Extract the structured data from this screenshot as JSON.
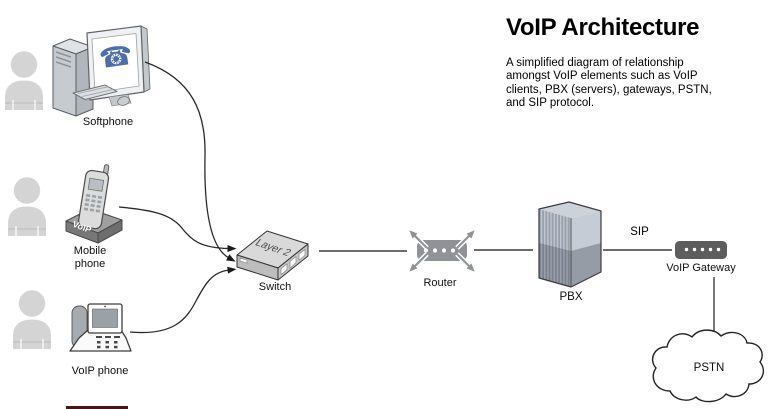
{
  "title": "VoIP Architecture",
  "description": "A simplified diagram of relationship\namongst VoIP elements such as VoIP\nclients, PBX (servers), gateways, PSTN,\nand SIP protocol.",
  "nodes": {
    "softphone": {
      "label": "Softphone"
    },
    "mobile_phone": {
      "label": "Mobile phone"
    },
    "voip_phone": {
      "label": "VoIP phone"
    },
    "switch": {
      "label": "Switch",
      "device_text": "Layer 2"
    },
    "router": {
      "label": "Router"
    },
    "pbx": {
      "label": "PBX"
    },
    "voip_gateway": {
      "label": "VoIP Gateway"
    },
    "pstn": {
      "label": "PSTN"
    }
  },
  "edges": {
    "pbx_to_gateway_protocol": "SIP"
  },
  "icons": {
    "softphone_screen_glyph": "☎",
    "mobile_cradle_text": "VoIP"
  },
  "colors": {
    "background": "#ffffff",
    "connector_line": "#2a2a2a",
    "router_gray": "#8f9296",
    "gateway_gray": "#5d5d5d",
    "phone_icon_blue": "#4d6fa8",
    "text": "#0f0f0f"
  }
}
